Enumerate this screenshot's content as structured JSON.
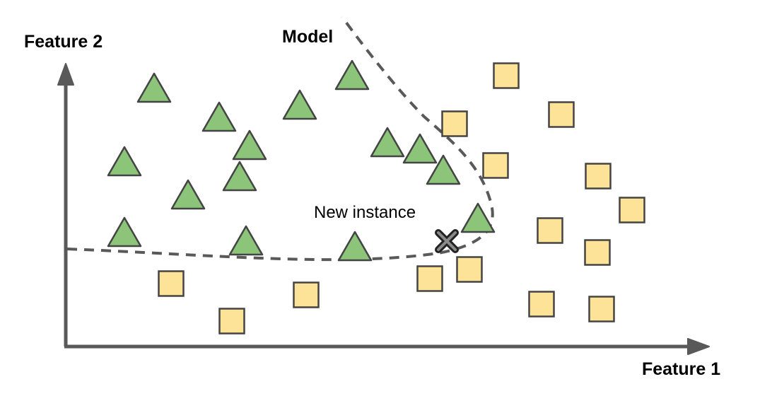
{
  "labels": {
    "y_axis": "Feature 2",
    "x_axis": "Feature 1",
    "model": "Model",
    "new_instance": "New instance"
  },
  "colors": {
    "triangle_fill": "#8cc47a",
    "square_fill": "#fde398",
    "stroke": "#444444",
    "axis": "#595959"
  },
  "classes": [
    "triangle",
    "square"
  ],
  "triangles": [
    [
      218,
      124
    ],
    [
      310,
      165
    ],
    [
      424,
      148
    ],
    [
      498,
      106
    ],
    [
      176,
      228
    ],
    [
      353,
      205
    ],
    [
      339,
      249
    ],
    [
      266,
      275
    ],
    [
      548,
      201
    ],
    [
      594,
      210
    ],
    [
      627,
      240
    ],
    [
      176,
      328
    ],
    [
      348,
      340
    ],
    [
      502,
      348
    ],
    [
      676,
      308
    ]
  ],
  "squares": [
    [
      716,
      107
    ],
    [
      794,
      162
    ],
    [
      643,
      175
    ],
    [
      701,
      234
    ],
    [
      846,
      249
    ],
    [
      894,
      297
    ],
    [
      778,
      326
    ],
    [
      845,
      357
    ],
    [
      242,
      401
    ],
    [
      433,
      417
    ],
    [
      328,
      454
    ],
    [
      608,
      394
    ],
    [
      664,
      381
    ],
    [
      766,
      430
    ],
    [
      851,
      437
    ]
  ],
  "new_instance_point": [
    632,
    341
  ]
}
